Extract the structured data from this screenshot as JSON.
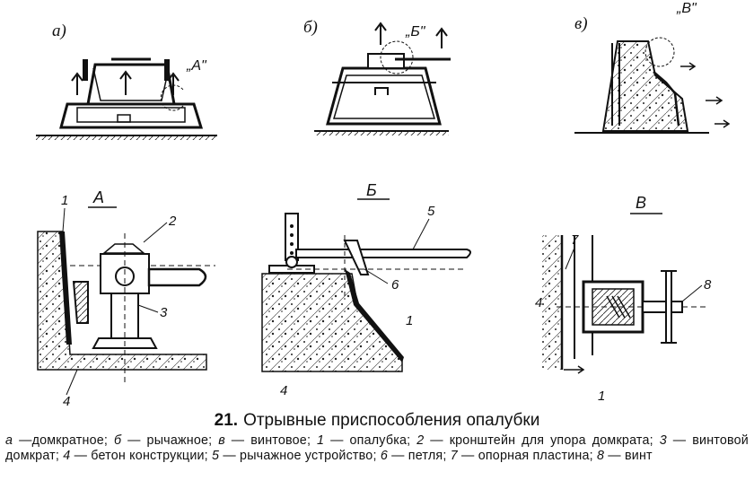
{
  "figure": {
    "panel_labels": {
      "a": "а)",
      "b": "б)",
      "c": "в)"
    },
    "callouts": {
      "a": "„А\"",
      "b": "„Б\"",
      "c": "„В\""
    },
    "detail_labels": {
      "A": "А",
      "B": "Б",
      "V": "В"
    },
    "part_numbers": {
      "d1_top": "1",
      "d1_2": "2",
      "d1_3": "3",
      "d1_4": "4",
      "d2_5": "5",
      "d2_6": "6",
      "d2_1": "1",
      "d2_4": "4",
      "d3_7": "7",
      "d3_8": "8",
      "d3_4": "4",
      "d3_1": "1"
    }
  },
  "caption": {
    "number": "21.",
    "title": "Отрывные приспособления опалубки",
    "legend": [
      {
        "key": "а",
        "text": " —домкратное; "
      },
      {
        "key": "б",
        "text": " — рычажное; "
      },
      {
        "key": "в",
        "text": " — винтовое; "
      },
      {
        "key": "1",
        "text": " — опалубка; "
      },
      {
        "key": "2",
        "text": " — кронштейн для упора домкрата; "
      },
      {
        "key": "3",
        "text": " — винтовой домкрат; "
      },
      {
        "key": "4",
        "text": " — бетон конструкции; "
      },
      {
        "key": "5",
        "text": " — рычажное устройство; "
      },
      {
        "key": "6",
        "text": " — петля; "
      },
      {
        "key": "7",
        "text": " — опорная пластина; "
      },
      {
        "key": "8",
        "text": " — винт"
      }
    ]
  }
}
